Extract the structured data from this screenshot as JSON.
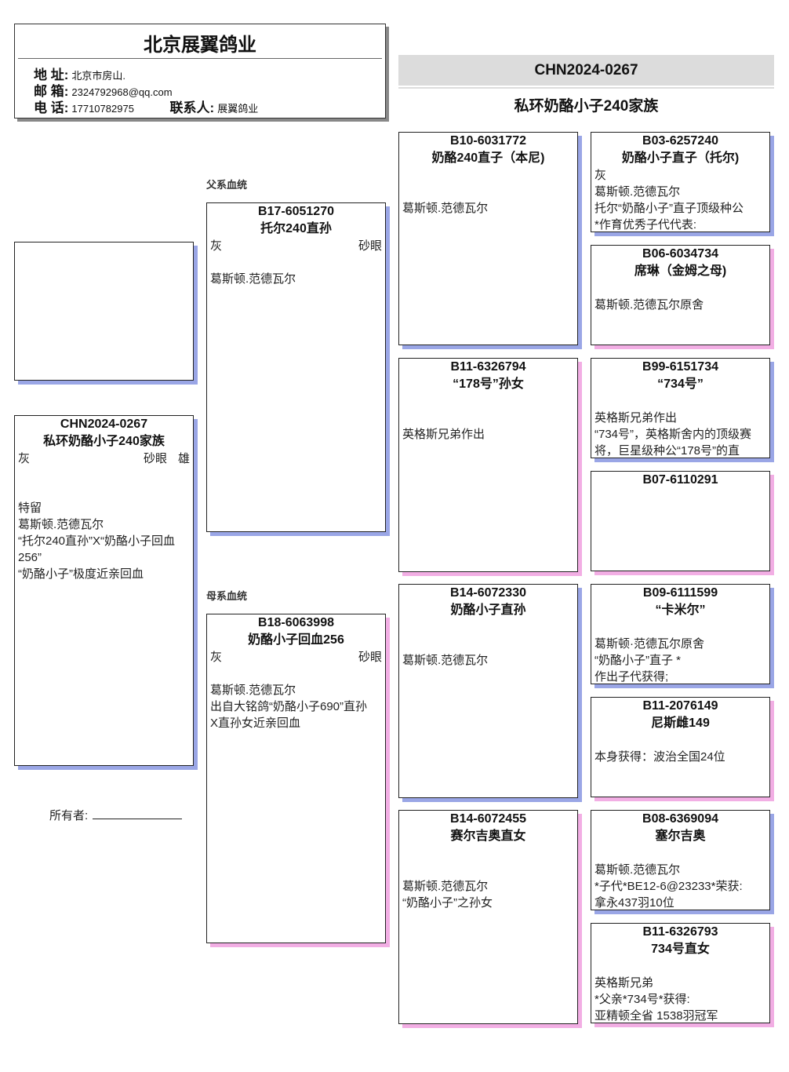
{
  "header": {
    "company": "北京展翼鸽业",
    "address_label": "地 址:",
    "address": "北京市房山.",
    "email_label": "邮 箱:",
    "email": "2324792968@qq.com",
    "phone_label": "电 话:",
    "phone": "17710782975",
    "contact_label": "联系人:",
    "contact": "展翼鸽业"
  },
  "title_band": {
    "ring": "CHN2024-0267",
    "family": "私环奶酪小子240家族"
  },
  "sections": {
    "sire_line": "父系血统",
    "dam_line": "母系血统"
  },
  "owner": {
    "label": "所有者:"
  },
  "colors": {
    "male_shadow": "#9aa6e6",
    "female_shadow": "#f2aee4"
  },
  "birds": {
    "main": {
      "sex_class": "m",
      "ring": "CHN2024-0267",
      "name": "私环奶酪小子240家族",
      "color": "灰",
      "eye": "砂眼",
      "sex": "雄",
      "notes": [
        "特留",
        "葛斯顿.范德瓦尔",
        "“托尔240直孙”X“奶酪小子回血",
        "256”",
        "“奶酪小子”极度近亲回血"
      ]
    },
    "sire": {
      "sex_class": "m",
      "ring": "B17-6051270",
      "name": "托尔240直孙",
      "color": "灰",
      "eye": "砂眼",
      "notes": [
        "葛斯顿.范德瓦尔"
      ]
    },
    "dam": {
      "sex_class": "f",
      "ring": "B18-6063998",
      "name": "奶酪小子回血256",
      "color": "灰",
      "eye": "砂眼",
      "notes": [
        "葛斯顿.范德瓦尔",
        "出自大铭鸽“奶酪小子690”直孙",
        "X直孙女近亲回血"
      ]
    },
    "ss": {
      "sex_class": "m",
      "ring": "B10-6031772",
      "name": "奶酪240直子（本尼)",
      "notes": [
        "葛斯顿.范德瓦尔"
      ]
    },
    "sd": {
      "sex_class": "f",
      "ring": "B11-6326794",
      "name": "“178号”孙女",
      "notes": [
        "英格斯兄弟作出"
      ]
    },
    "ds": {
      "sex_class": "m",
      "ring": "B14-6072330",
      "name": "奶酪小子直孙",
      "notes": [
        "葛斯顿.范德瓦尔"
      ]
    },
    "dd": {
      "sex_class": "f",
      "ring": "B14-6072455",
      "name": "赛尔吉奥直女",
      "notes": [
        "葛斯顿.范德瓦尔",
        "“奶酪小子”之孙女"
      ]
    },
    "sss": {
      "sex_class": "m",
      "ring": "B03-6257240",
      "name": "奶酪小子直子（托尔)",
      "color": "灰",
      "notes": [
        "葛斯顿.范德瓦尔",
        "托尔“奶酪小子”直子顶级种公",
        "*作育优秀子代代表:"
      ]
    },
    "ssd": {
      "sex_class": "f",
      "ring": "B06-6034734",
      "name": "席琳（金姆之母)",
      "notes": [
        "葛斯顿.范德瓦尔原舍"
      ]
    },
    "sds": {
      "sex_class": "m",
      "ring": "B99-6151734",
      "name": "“734号”",
      "notes": [
        "英格斯兄弟作出",
        "“734号”，英格斯舍内的顶级赛",
        "将，巨星级种公“178号”的直"
      ]
    },
    "sdd": {
      "sex_class": "f",
      "ring": "B07-6110291",
      "notes": []
    },
    "dss": {
      "sex_class": "m",
      "ring": "B09-6111599",
      "name": "“卡米尔”",
      "notes": [
        "葛斯顿·范德瓦尔原舍",
        " “奶酪小子”直子 *",
        "作出子代获得;"
      ]
    },
    "dsd": {
      "sex_class": "f",
      "ring": "B11-2076149",
      "name": "尼斯雌149",
      "notes": [
        "本身获得：波治全国24位"
      ]
    },
    "dds": {
      "sex_class": "m",
      "ring": "B08-6369094",
      "name": "塞尔吉奥",
      "notes": [
        "葛斯顿.范德瓦尔",
        "*子代*BE12-6@23233*荣获:",
        "拿永437羽10位"
      ]
    },
    "ddd": {
      "sex_class": "f",
      "ring": "B11-6326793",
      "name": "734号直女",
      "notes": [
        "英格斯兄弟",
        "*父亲*734号*获得:",
        "亚精顿全省 1538羽冠军"
      ]
    }
  }
}
